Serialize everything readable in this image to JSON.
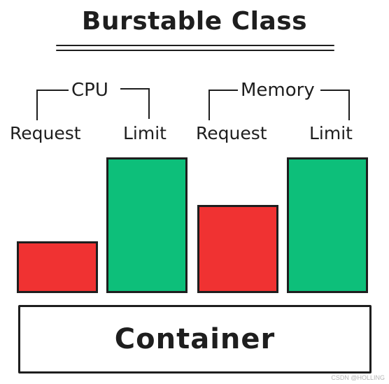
{
  "title": "Burstable Class",
  "groups": [
    {
      "label": "CPU",
      "items": [
        {
          "label": "Request",
          "color": "#f03232"
        },
        {
          "label": "Limit",
          "color": "#0dbf7a"
        }
      ]
    },
    {
      "label": "Memory",
      "items": [
        {
          "label": "Request",
          "color": "#f03232"
        },
        {
          "label": "Limit",
          "color": "#0dbf7a"
        }
      ]
    }
  ],
  "container_label": "Container",
  "watermark": "CSDN @HOLLING",
  "colors": {
    "request": "#f03232",
    "limit": "#0dbf7a",
    "ink": "#1e1e1e"
  }
}
